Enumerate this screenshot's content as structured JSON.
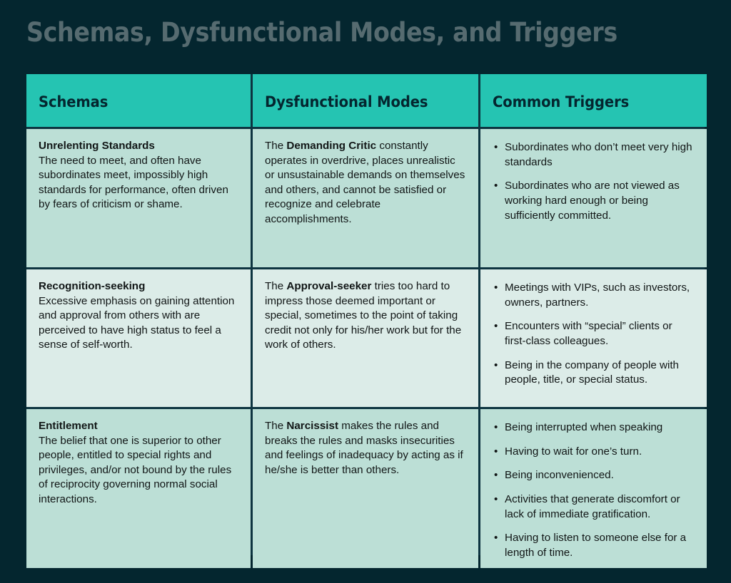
{
  "colors": {
    "page_background": "#04262F",
    "header_teal": "#25C4B2",
    "row_mint_dark": "#BCDFD6",
    "row_mint_light": "#DCECE8",
    "title_text": "#566B70",
    "body_text": "#111616",
    "grid_line": "#0D3440"
  },
  "title": "Schemas, Dysfunctional Modes, and Triggers",
  "table": {
    "headers": [
      "Schemas",
      "Dysfunctional Modes",
      "Common Triggers"
    ],
    "rows": [
      {
        "schema": {
          "name": "Unrelenting Standards",
          "description": "The need to meet, and often have subordinates meet, impossibly high standards for performance, often driven by fears of criticism or shame."
        },
        "mode": {
          "prefix": "The ",
          "term": "Demanding Critic",
          "suffix": " constantly operates in overdrive, places unrealistic or unsustainable demands on themselves and others, and cannot be satisfied or recognize and celebrate accomplishments."
        },
        "triggers": [
          "Subordinates who don’t meet very high standards",
          "Subordinates who are not viewed as working hard enough or being sufficiently committed."
        ]
      },
      {
        "schema": {
          "name": "Recognition-seeking",
          "description": "Excessive emphasis on gaining attention and approval from others with are perceived to have high status to feel a sense of self-worth."
        },
        "mode": {
          "prefix": "The ",
          "term": "Approval-seeker",
          "suffix": " tries too hard to impress those deemed important or special, sometimes to the point of taking credit not only for his/her work but for the work of others."
        },
        "triggers": [
          "Meetings with VIPs, such as investors, owners, partners.",
          "Encounters with “special” clients or first-class colleagues.",
          "Being in the company of people with people, title, or special status."
        ]
      },
      {
        "schema": {
          "name": "Entitlement",
          "description": "The belief that one is superior to other people, entitled to special rights and privileges, and/or not bound by the rules of reciprocity governing normal social interactions."
        },
        "mode": {
          "prefix": "The ",
          "term": "Narcissist",
          "suffix": " makes the rules and breaks the rules and masks insecurities and feelings of inadequacy by acting as if he/she is better than others."
        },
        "triggers": [
          "Being interrupted when speaking",
          "Having to wait for one’s turn.",
          "Being inconvenienced.",
          "Activities that generate discomfort or lack of immediate gratification.",
          "Having to listen to someone else for a length of time."
        ]
      }
    ],
    "bullet_glyph": "•"
  }
}
